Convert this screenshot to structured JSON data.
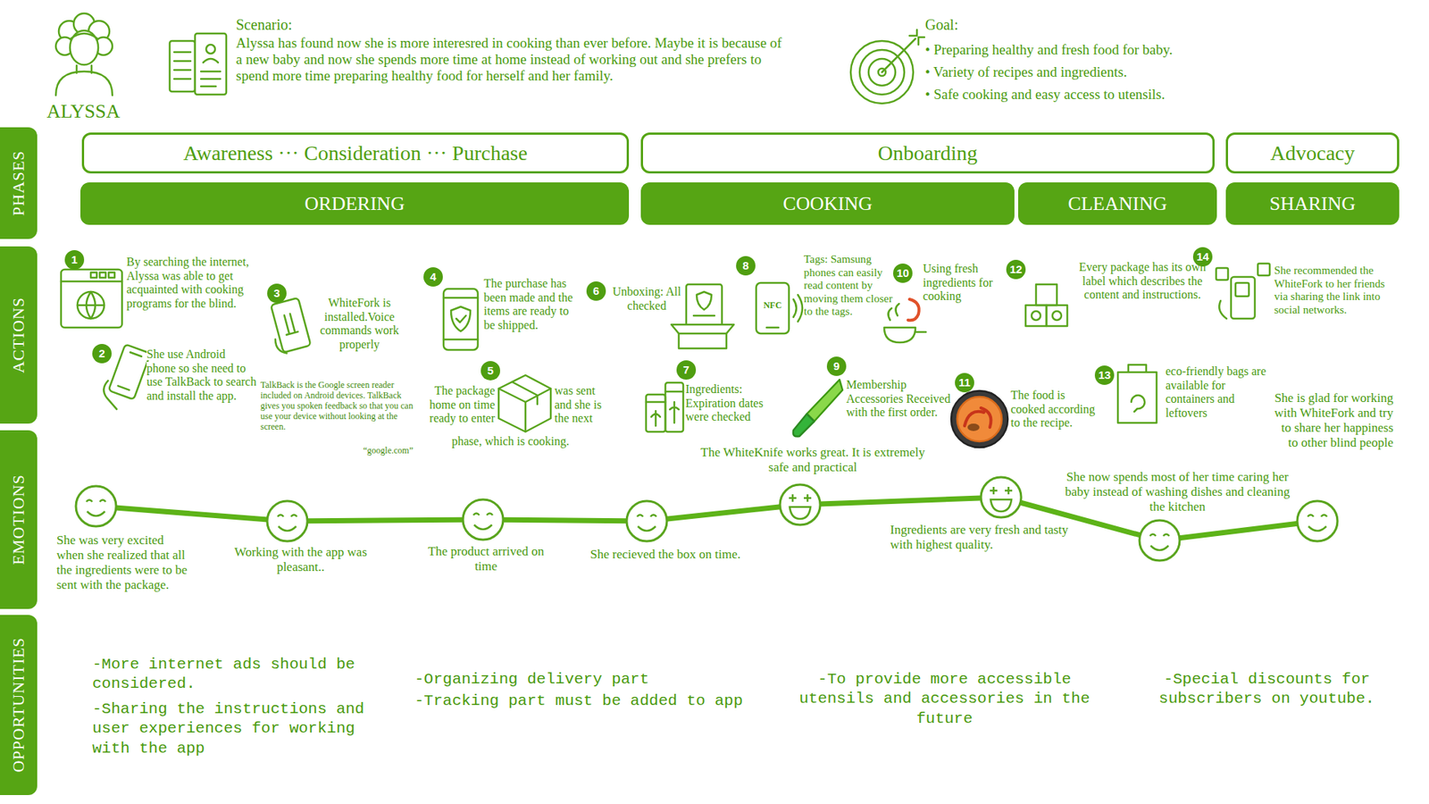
{
  "diagram": {
    "nodes": [
      {
        "text": [
          "PHASES"
        ]
      },
      {
        "text": [
          "ACTIONS"
        ]
      },
      {
        "text": [
          "EMOTIONS"
        ]
      },
      {
        "text": [
          "OPPORTUNITIES"
        ]
      },
      {
        "text": [
          "Awareness ··· Consideration ··· Purchase"
        ]
      },
      {
        "text": [
          "Onboarding"
        ]
      },
      {
        "text": [
          "Advocacy"
        ]
      },
      {
        "text": [
          "ORDERING"
        ]
      },
      {
        "text": [
          "COOKING"
        ]
      },
      {
        "text": [
          "CLEANING"
        ]
      },
      {
        "text": [
          "SHARING"
        ]
      }
    ],
    "labels": [
      "ALYSSA",
      "Scenario:",
      "Alyssa has found now she is more interesred in cooking than ever before. Maybe it is because of a new baby and now she spends more time at home instead of working out and she prefers to spend more time preparing healthy food for herself and her family.",
      "Goal:",
      "• Preparing healthy and fresh food for baby.",
      "• Variety of recipes and ingredients.",
      "• Safe cooking and easy access to utensils.",
      "1",
      "By searching the internet, Alyssa was able to get acquainted with cooking programs for the blind.",
      "2",
      "She use Android phone so she need to use TalkBack to search and install the app.",
      "TalkBack is the Google screen reader included on Android devices. TalkBack gives you spoken feedback so that you can use your device without looking at the screen.",
      "“google.com”",
      "3",
      "WhiteFork is installed.Voice commands work properly",
      "4",
      "The purchase has been made and the items are ready to be shipped.",
      "5",
      "The package home on time ready to enter",
      "was sent and she is the next",
      "phase, which is cooking.",
      "6",
      "Unboxing: All checked",
      "7",
      "Ingredients: Expiration dates were checked",
      "8",
      "Tags: Samsung phones can easily read content by moving them closer to the tags.",
      "NFC",
      "9",
      "Membership Accessories Received with the first order.",
      "10",
      "Using fresh ingredients for cooking",
      "11",
      "The food is cooked according to the recipe.",
      "12",
      "Every package has its own label which describes the content and instructions.",
      "13",
      "eco-friendly bags are available for containers and leftovers",
      "14",
      "She recommended the WhiteFork to her friends via sharing the link into social networks.",
      "She was very excited when she realized that all the ingredients were to be sent with the package.",
      "Working with the app was pleasant..",
      "The product arrived on time",
      "She recieved the box on time.",
      "The WhiteKnife works great. It is extremely safe and practical",
      "Ingredients are very fresh and tasty with highest quality.",
      "She now spends most of her time caring her baby instead of washing dishes and cleaning the kitchen",
      "She is glad for working with WhiteFork and try to share her happiness to other blind people",
      "-More internet ads should be considered.",
      "-Sharing the instructions and user experiences for working with the app",
      "-Organizing delivery part",
      "-Tracking part must be added to app",
      "-To provide more accessible utensils and accessories in the future",
      "-Special discounts for subscribers on youtube."
    ]
  }
}
